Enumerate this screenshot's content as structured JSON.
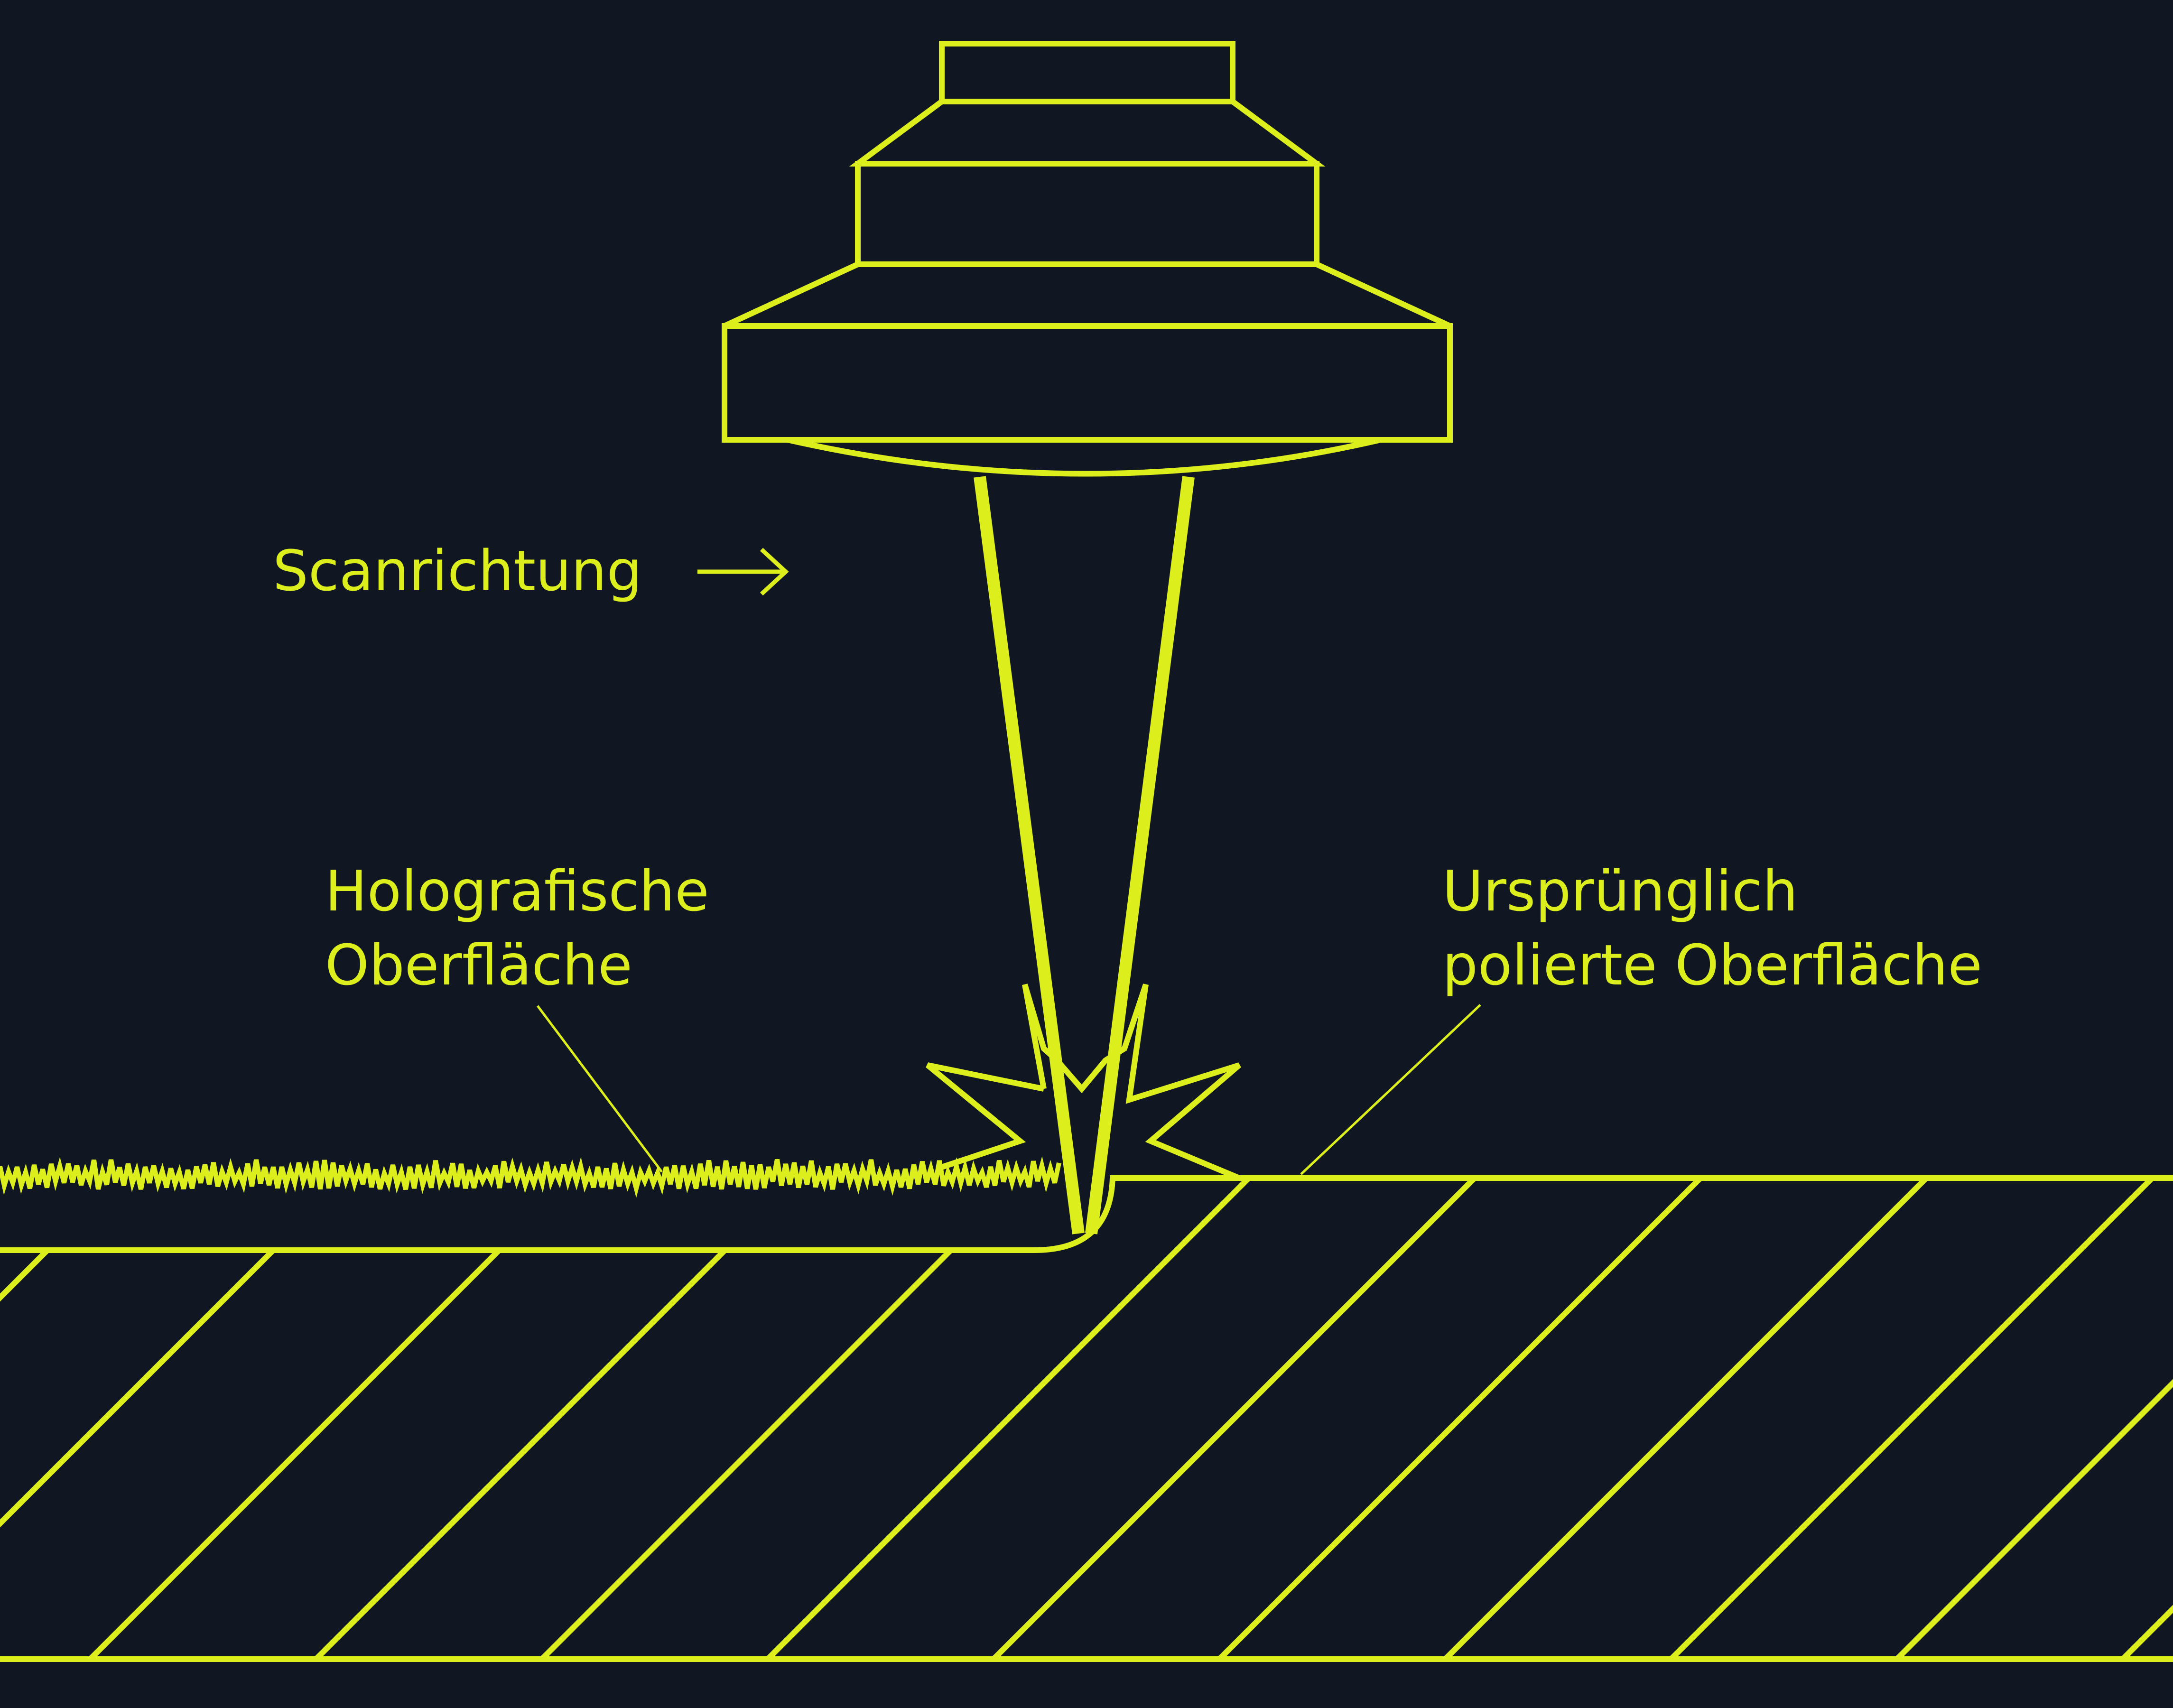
{
  "colors": {
    "background": "#111722",
    "accent": "#dcef1d"
  },
  "labels": {
    "scan_direction": "Scanrichtung",
    "holographic_line1": "Holografische",
    "holographic_line2": "Oberfläche",
    "original_line1": "Ursprünglich",
    "original_line2": "polierte Oberfläche"
  },
  "icons": {
    "scan_arrow": "arrow-right-icon"
  }
}
